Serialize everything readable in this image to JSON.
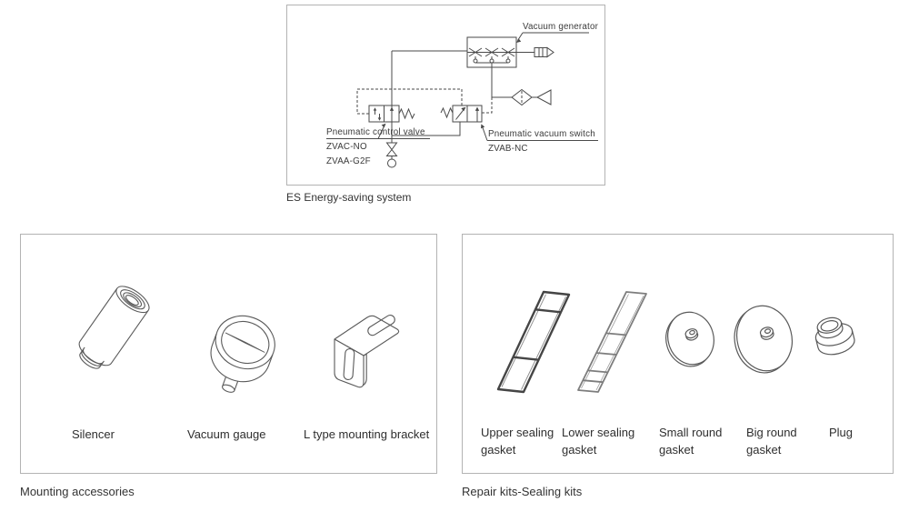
{
  "colors": {
    "panel_border": "#b3b3b3",
    "schematic_line": "#4a4a4a",
    "text": "#3a3a3a"
  },
  "schematic": {
    "caption": "ES Energy-saving system",
    "labels": {
      "vacuum_generator": "Vacuum generator",
      "pneumatic_control_valve": "Pneumatic control valve",
      "control_valve_model_1": "ZVAC-NO",
      "control_valve_model_2": "ZVAA-G2F",
      "pneumatic_vacuum_switch": "Pneumatic vacuum switch",
      "vacuum_switch_model": "ZVAB-NC"
    }
  },
  "mounting_accessories": {
    "caption": "Mounting accessories",
    "items": [
      {
        "label": "Silencer",
        "icon": "silencer-icon"
      },
      {
        "label": "Vacuum gauge",
        "icon": "vacuum-gauge-icon"
      },
      {
        "label": "L type mounting bracket",
        "icon": "l-bracket-icon"
      }
    ]
  },
  "repair_kits": {
    "caption": "Repair kits-Sealing kits",
    "items": [
      {
        "label": "Upper sealing gasket",
        "icon": "upper-sealing-gasket-icon"
      },
      {
        "label": "Lower sealing gasket",
        "icon": "lower-sealing-gasket-icon"
      },
      {
        "label": "Small round gasket",
        "icon": "small-round-gasket-icon"
      },
      {
        "label": "Big round gasket",
        "icon": "big-round-gasket-icon"
      },
      {
        "label": "Plug",
        "icon": "plug-icon"
      }
    ]
  }
}
